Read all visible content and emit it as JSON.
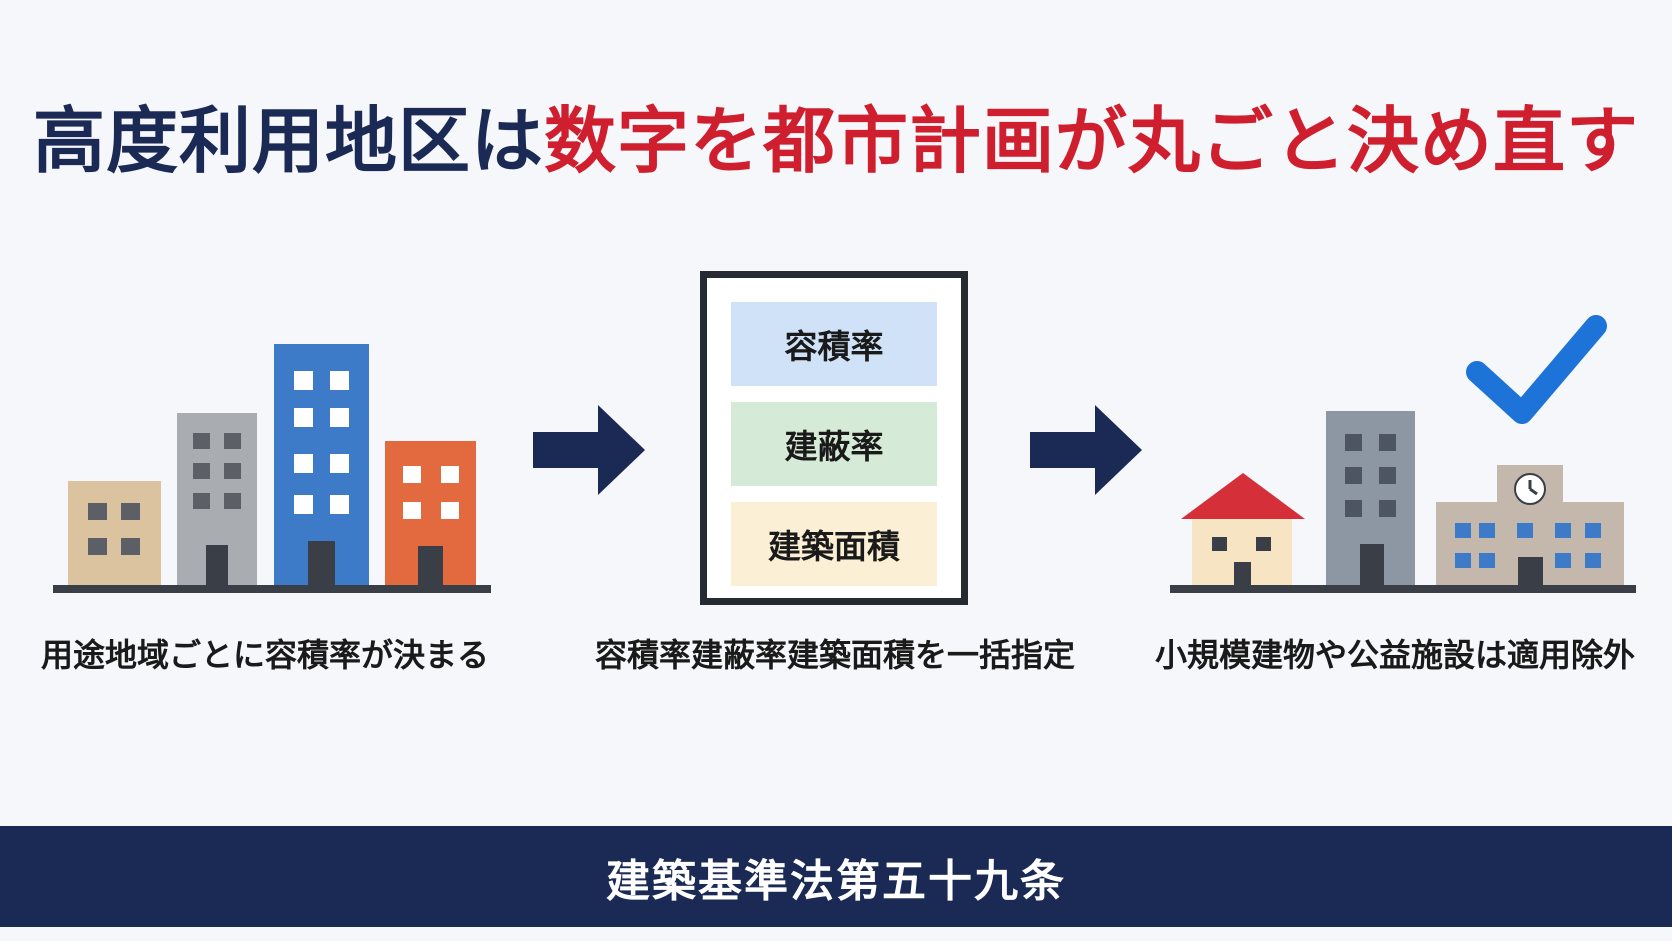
{
  "title": {
    "part1": "高度利用地区は",
    "part2": "数字を都市計画が丸ごと決め直す"
  },
  "steps": [
    {
      "caption": "用途地域ごとに容積率が決まる"
    },
    {
      "caption": "容積率建蔽率建築面積を一括指定",
      "items": [
        "容積率",
        "建蔽率",
        "建築面積"
      ]
    },
    {
      "caption": "小規模建物や公益施設は適用除外"
    }
  ],
  "footer": {
    "label": "建築基準法第五十九条"
  },
  "colors": {
    "navy": "#1b2a55",
    "red": "#cf1f2e",
    "check_blue": "#1e73d8"
  },
  "icons": [
    "building-cluster-icon",
    "right-arrow-icon",
    "document-icon",
    "checkmark-icon",
    "house-icon",
    "school-clock-icon"
  ]
}
